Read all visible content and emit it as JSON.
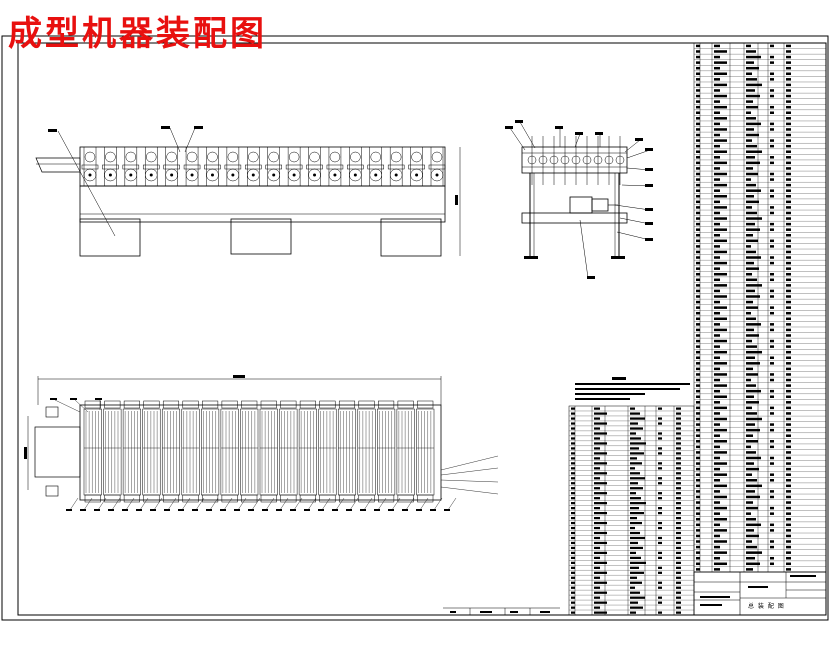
{
  "page": {
    "title": "成型机器装配图",
    "title_color": "#e8100f",
    "ink_color": "#000000"
  },
  "title_block": {
    "drawing_name": "总 装 配 图"
  },
  "views": {
    "front_view_rollers": 18,
    "side_view_rollers": 9,
    "plan_view_stations": 18,
    "front_view_supports": 3
  },
  "tables": {
    "right_parts_list_rows": 95,
    "lower_parts_list_rows": 42,
    "right_parts_list_columns": 8,
    "lower_parts_list_columns": 8
  }
}
